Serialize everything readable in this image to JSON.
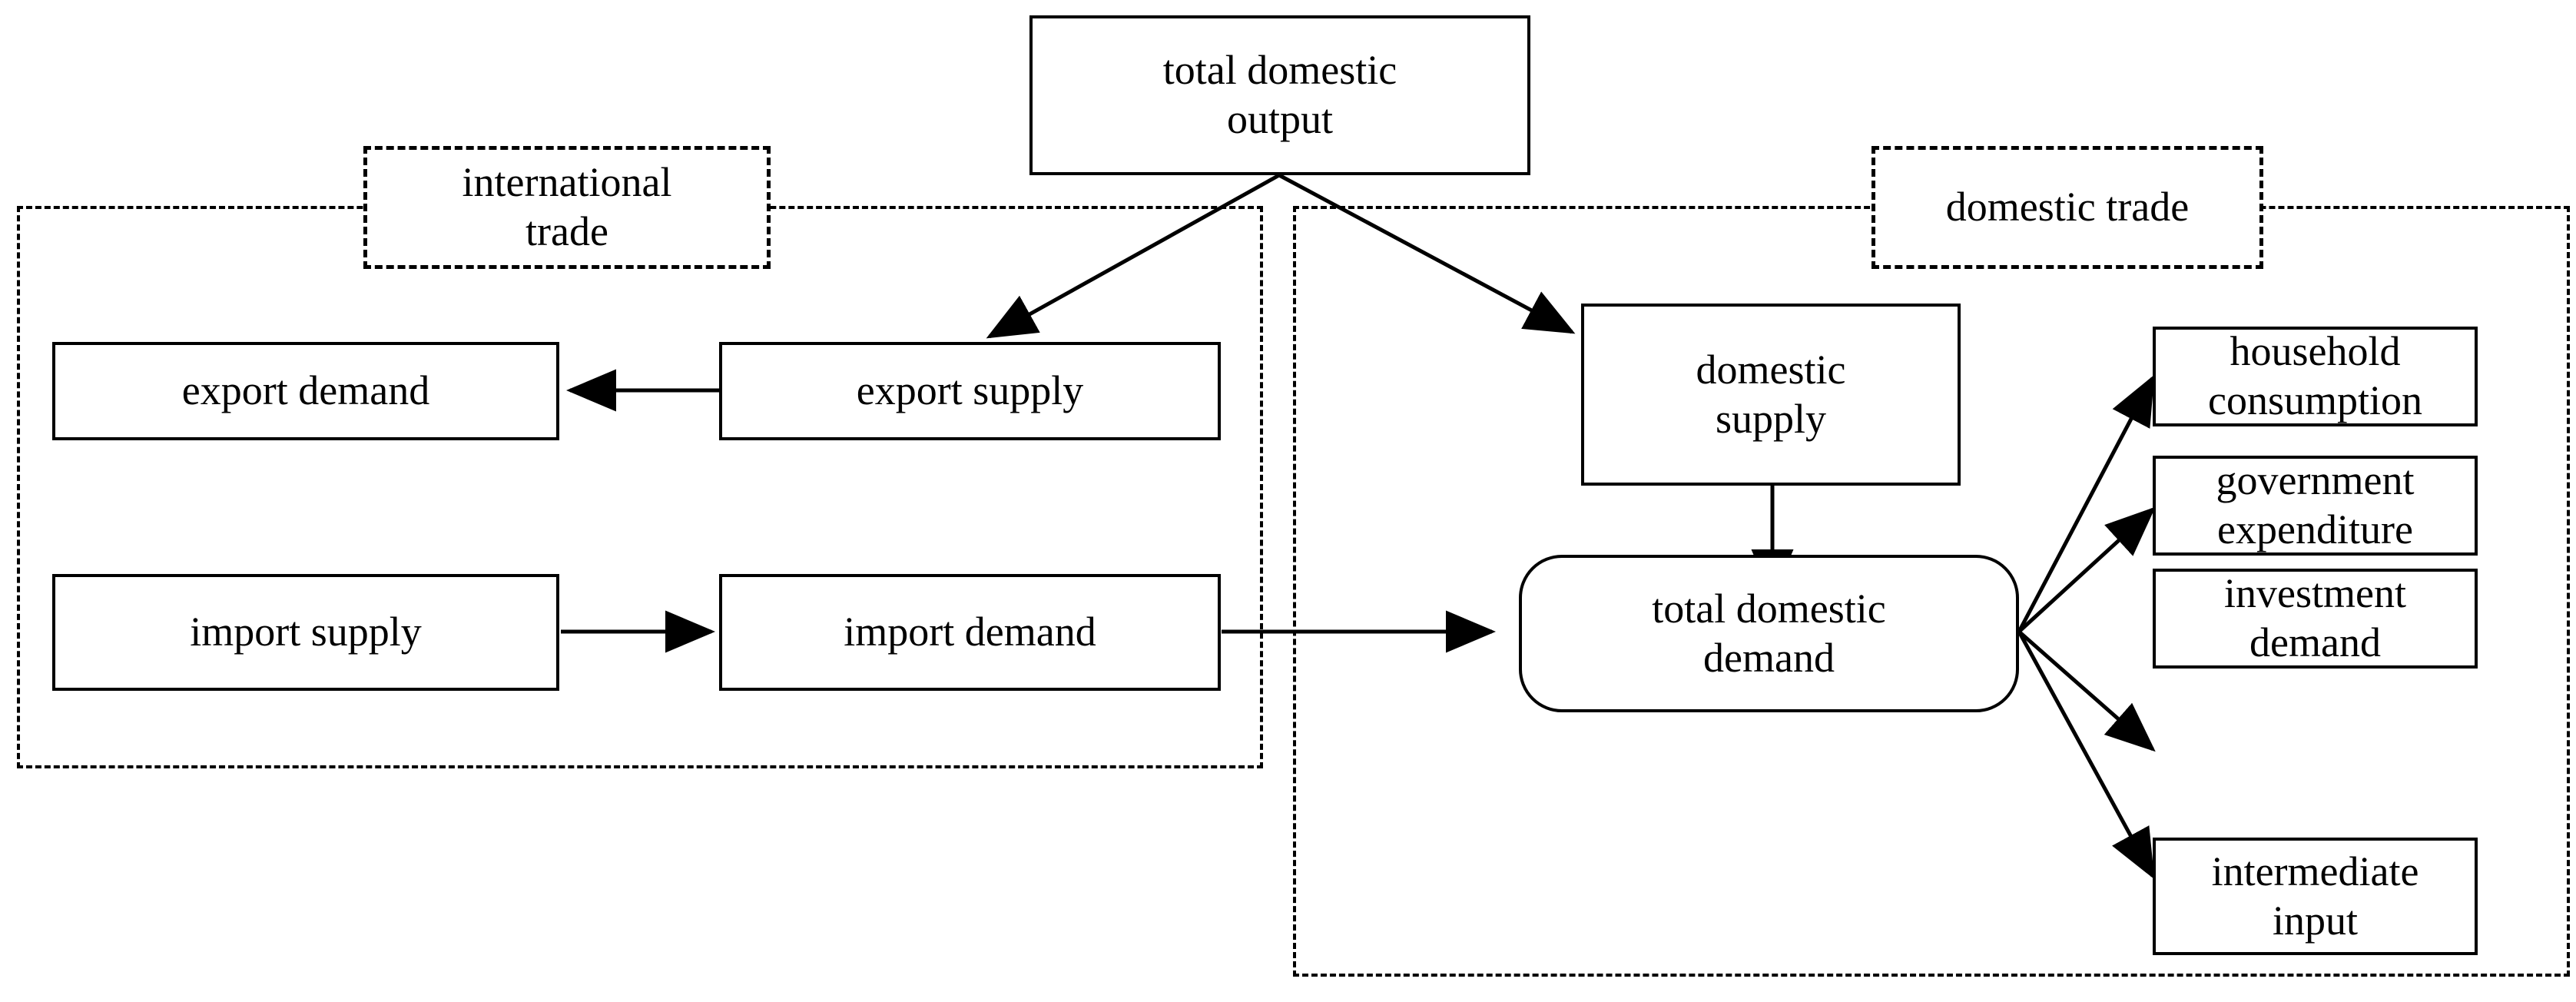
{
  "diagram": {
    "title": "total domestic output supply and demand flow diagram",
    "stroke_color": "#000000",
    "background_color": "#ffffff"
  },
  "groups": [
    {
      "id": "international-trade",
      "label": "international\ntrade",
      "border_style": "dashed"
    },
    {
      "id": "domestic-trade",
      "label": "domestic trade",
      "border_style": "dashed"
    }
  ],
  "nodes": {
    "total_domestic_output": "total domestic\noutput",
    "export_demand": "export demand",
    "export_supply": "export supply",
    "import_supply": "import supply",
    "import_demand": "import demand",
    "domestic_supply": "domestic\nsupply",
    "total_domestic_demand": "total domestic\ndemand",
    "household_consumption": "household\nconsumption",
    "government_expenditure": "government\nexpenditure",
    "investment_demand": "investment\ndemand",
    "intermediate_input": "intermediate\ninput"
  },
  "edges": [
    {
      "from": "total_domestic_output",
      "to": "export_supply",
      "arrow": "filled"
    },
    {
      "from": "total_domestic_output",
      "to": "domestic_supply",
      "arrow": "filled"
    },
    {
      "from": "export_supply",
      "to": "export_demand",
      "arrow": "filled"
    },
    {
      "from": "import_supply",
      "to": "import_demand",
      "arrow": "filled"
    },
    {
      "from": "import_demand",
      "to": "total_domestic_demand",
      "arrow": "filled"
    },
    {
      "from": "domestic_supply",
      "to": "total_domestic_demand",
      "arrow": "filled"
    },
    {
      "from": "total_domestic_demand",
      "to": "household_consumption",
      "arrow": "filled"
    },
    {
      "from": "total_domestic_demand",
      "to": "government_expenditure",
      "arrow": "filled"
    },
    {
      "from": "total_domestic_demand",
      "to": "investment_demand",
      "arrow": "filled"
    },
    {
      "from": "total_domestic_demand",
      "to": "intermediate_input",
      "arrow": "filled"
    }
  ]
}
